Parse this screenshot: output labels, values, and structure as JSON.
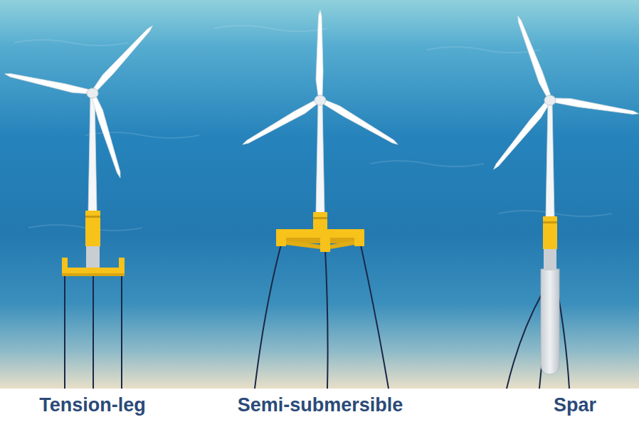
{
  "diagram": {
    "labels": [
      "Tension-leg",
      "Semi-submersible",
      "Spar"
    ]
  }
}
